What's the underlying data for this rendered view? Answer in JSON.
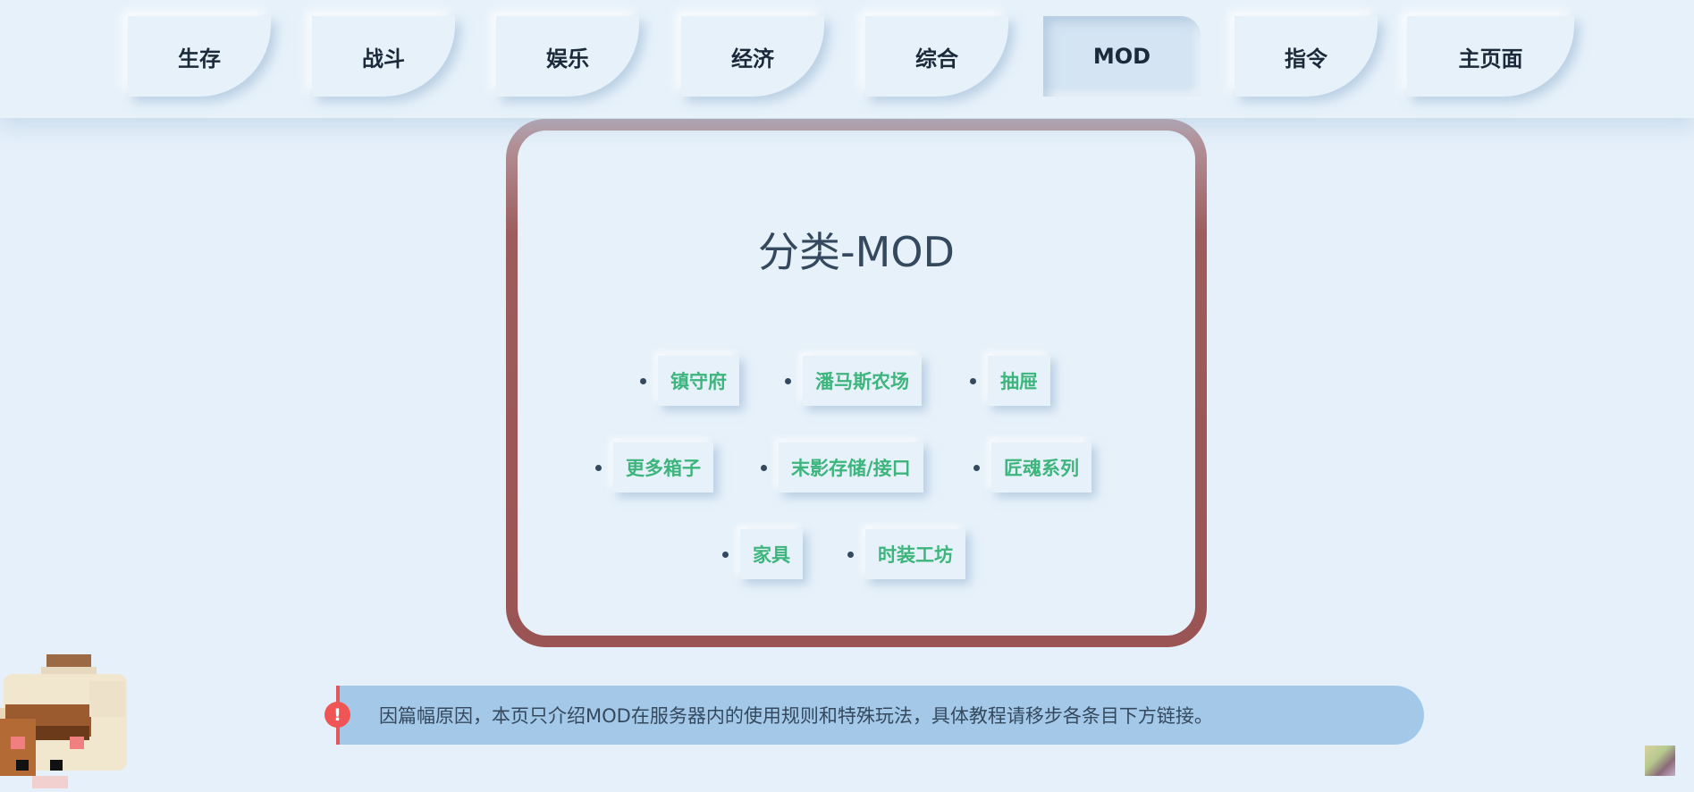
{
  "nav": {
    "tabs": [
      {
        "label": "生存",
        "active": false
      },
      {
        "label": "战斗",
        "active": false
      },
      {
        "label": "娱乐",
        "active": false
      },
      {
        "label": "经济",
        "active": false
      },
      {
        "label": "综合",
        "active": false
      },
      {
        "label": "MOD",
        "active": true
      },
      {
        "label": "指令",
        "active": false
      },
      {
        "label": "主页面",
        "active": false
      }
    ]
  },
  "card": {
    "title": "分类-MOD",
    "items": [
      "镇守府",
      "潘马斯农场",
      "抽屉",
      "更多箱子",
      "末影存储/接口",
      "匠魂系列",
      "家具",
      "时装工坊"
    ]
  },
  "notice": {
    "icon": "exclamation-icon",
    "icon_glyph": "!",
    "text": "因篇幅原因，本页只介绍MOD在服务器内的使用规则和特殊玩法，具体教程请移步各条目下方链接。"
  },
  "colors": {
    "background": "#e5f0fa",
    "link": "#3db57d",
    "card_border": "#9b5454",
    "notice_bg": "#a4c9e8",
    "notice_icon": "#f05555"
  }
}
